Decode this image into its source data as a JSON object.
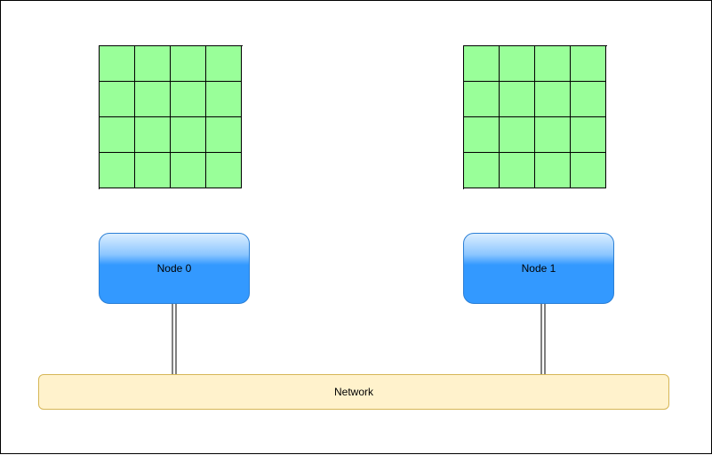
{
  "nodes": [
    {
      "label": "Node 0"
    },
    {
      "label": "Node 1"
    }
  ],
  "network": {
    "label": "Network"
  },
  "colors": {
    "cell_fill": "#99ff99",
    "node_top": "#dbeeff",
    "node_bottom": "#3399ff",
    "network_fill": "#fff2cc",
    "network_border": "#d6b656"
  }
}
